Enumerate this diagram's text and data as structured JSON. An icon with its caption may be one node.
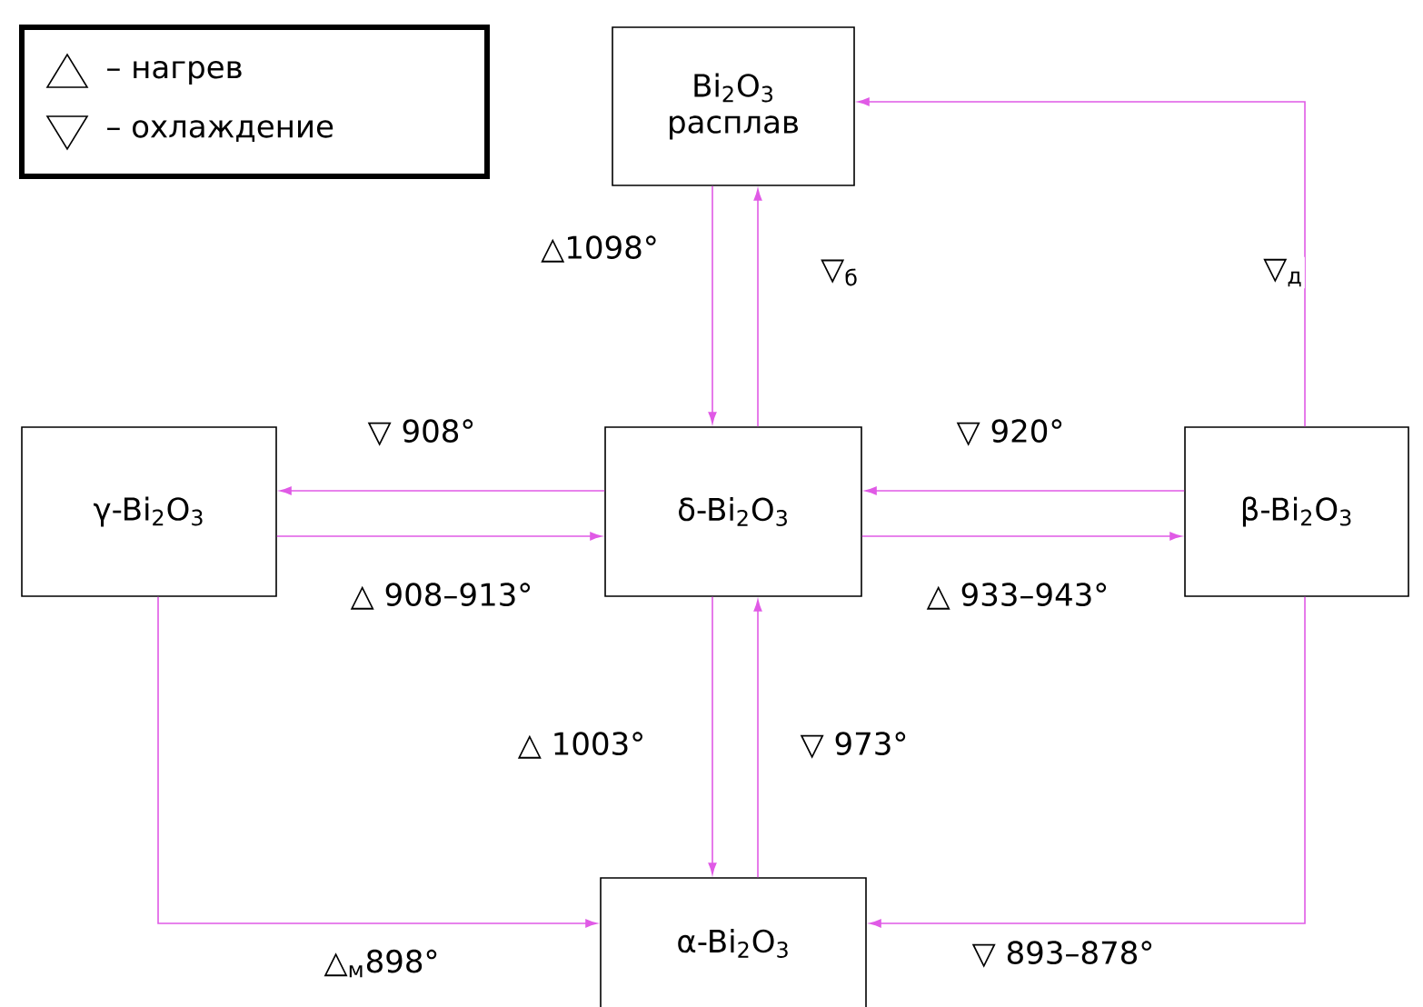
{
  "diagram": {
    "nodes": [
      {
        "text": [
          "Bi$_{2}$O$_{3}$ расплав"
        ]
      },
      {
        "text": [
          "γ-Bi$_{2}$O$_{3}$"
        ]
      },
      {
        "text": [
          "δ-Bi$_{2}$O$_{3}$"
        ]
      },
      {
        "text": [
          "β-Bi$_{2}$O$_{3}$"
        ]
      },
      {
        "text": [
          "α-Bi$_{2}$O$_{3}$"
        ]
      }
    ],
    "edges": [
      {
        "from": 0,
        "to": 2,
        "arrow": "to",
        "label": "△1098°"
      },
      {
        "from": 2,
        "to": 0,
        "arrow": "to",
        "label": "▽$_{б}$"
      },
      {
        "from": 3,
        "to": 0,
        "arrow": "to",
        "label": "▽$_{д}$"
      },
      {
        "from": 2,
        "to": 1,
        "arrow": "to",
        "label": "▽ 908°"
      },
      {
        "from": 1,
        "to": 2,
        "arrow": "to",
        "label": "△ 908–913°"
      },
      {
        "from": 3,
        "to": 2,
        "arrow": "to",
        "label": "▽ 920°"
      },
      {
        "from": 2,
        "to": 3,
        "arrow": "to",
        "label": "△ 933–943°"
      },
      {
        "from": 2,
        "to": 4,
        "arrow": "to",
        "label": "△ 1003°"
      },
      {
        "from": 4,
        "to": 2,
        "arrow": "to",
        "label": "▽ 973°"
      },
      {
        "from": 1,
        "to": 4,
        "arrow": "to",
        "label": "△$_{м}$898°"
      },
      {
        "from": 3,
        "to": 4,
        "arrow": "to",
        "label": "▽ 893–878°"
      }
    ],
    "legend": [
      {
        "text": "– нагрев"
      },
      {
        "text": "– охлаждение"
      }
    ]
  }
}
